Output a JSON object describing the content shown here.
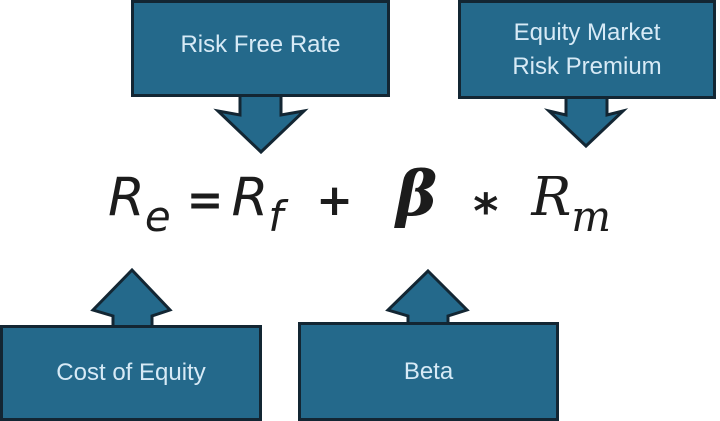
{
  "colors": {
    "bg": "#ffffff",
    "box_fill": "#24698b",
    "box_border": "#132633",
    "box_text": "#d7eaf6",
    "formula_color": "#1c1c1c"
  },
  "boxes": {
    "risk_free_rate": {
      "label": "Risk Free Rate"
    },
    "equity_market_risk_premium": {
      "line1": "Equity Market",
      "line2": "Risk Premium"
    },
    "cost_of_equity": {
      "label": "Cost of Equity"
    },
    "beta": {
      "label": "Beta"
    }
  },
  "formula": {
    "re": {
      "base": "R",
      "sub": "e"
    },
    "equals": "=",
    "rf": {
      "base": "R",
      "sub": "f"
    },
    "plus": "+",
    "beta_symbol": "β",
    "multiply": "*",
    "rm": {
      "base": "R",
      "sub": "m"
    }
  }
}
